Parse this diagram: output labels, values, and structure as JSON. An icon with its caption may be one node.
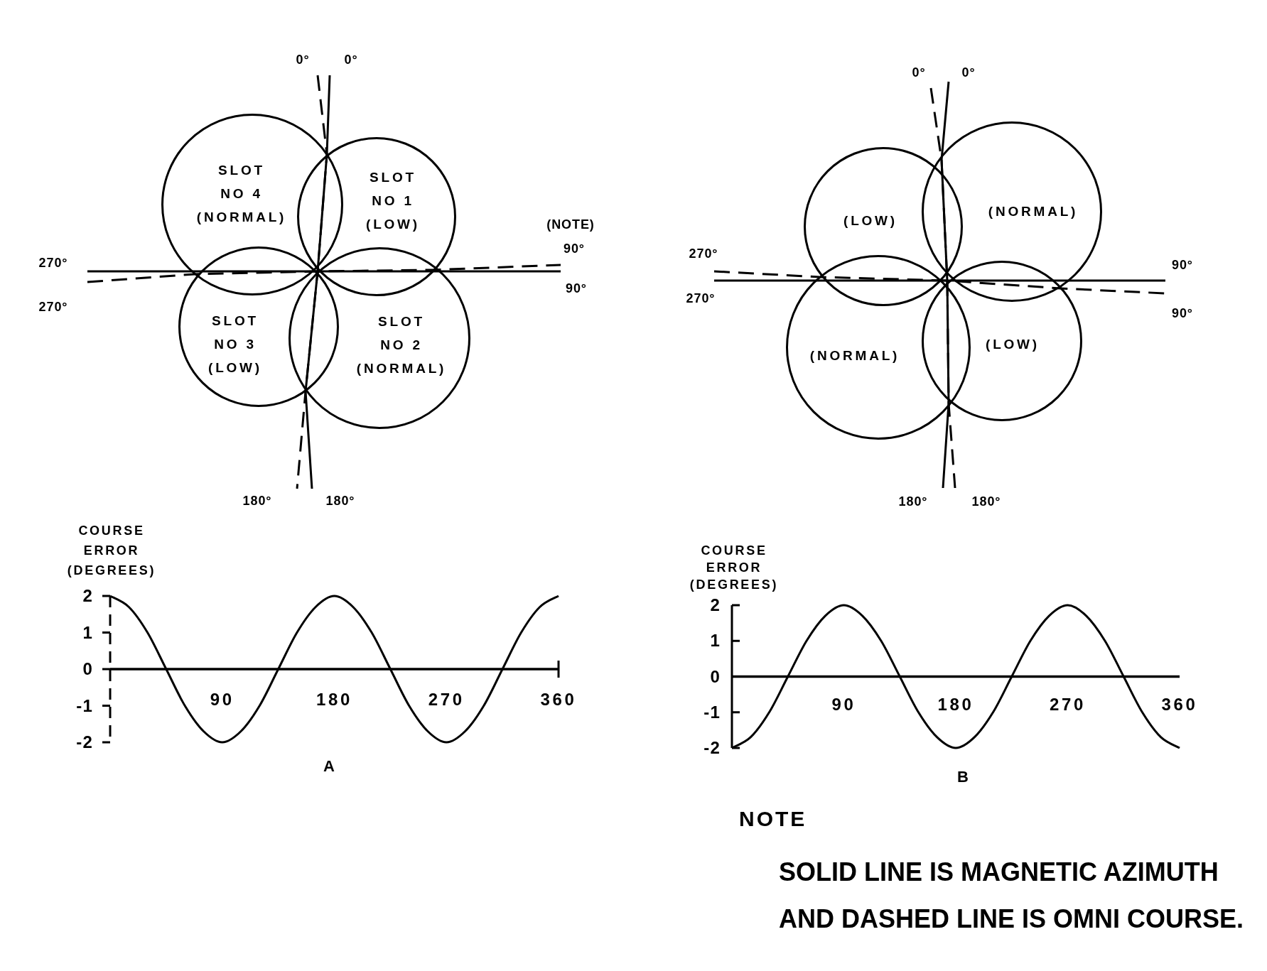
{
  "diagram": {
    "nodes": [
      {
        "text": [
          "SLOT NO 4",
          "(NORMAL)"
        ]
      },
      {
        "text": [
          "SLOT NO 1",
          "(LOW)"
        ]
      },
      {
        "text": [
          "SLOT NO 3",
          "(LOW)"
        ]
      },
      {
        "text": [
          "SLOT NO 2",
          "(NORMAL)"
        ]
      },
      {
        "text": [
          "(LOW)"
        ]
      },
      {
        "text": [
          "(NORMAL)"
        ]
      },
      {
        "text": [
          "(NORMAL)"
        ]
      },
      {
        "text": [
          "(LOW)"
        ]
      }
    ],
    "labels": [
      "0°",
      "0°",
      "270°",
      "(NOTE)",
      "90°",
      "270°",
      "90°",
      "180°",
      "180°",
      "0°",
      "0°",
      "270°",
      "90°",
      "270°",
      "90°",
      "180°",
      "180°",
      "A",
      "B",
      "NOTE",
      "SOLID LINE IS MAGNETIC AZIMUTH AND DASHED LINE IS OMNI COURSE."
    ],
    "chart_data": [
      {
        "type": "line",
        "ylabel": "COURSE ERROR (DEGREES)",
        "x": [
          0,
          15,
          30,
          45,
          60,
          75,
          90,
          105,
          120,
          135,
          150,
          165,
          180,
          195,
          210,
          225,
          240,
          255,
          270,
          285,
          300,
          315,
          330,
          345,
          360
        ],
        "series": [
          {
            "color": "#000000",
            "values": [
              2,
              1.7,
              1,
              0,
              -1,
              -1.7,
              -2,
              -1.7,
              -1,
              0,
              1,
              1.7,
              2,
              1.7,
              1,
              0,
              -1,
              -1.7,
              -2,
              -1.7,
              -1,
              0,
              1,
              1.7,
              2
            ]
          }
        ],
        "xlim": [
          0,
          360
        ],
        "ylim": [
          -2,
          2
        ],
        "xticks": [
          90,
          180,
          270,
          360
        ],
        "yticks": [
          2,
          1,
          0,
          -1,
          -2
        ]
      },
      {
        "type": "line",
        "ylabel": "COURSE ERROR (DEGREES)",
        "x": [
          0,
          15,
          30,
          45,
          60,
          75,
          90,
          105,
          120,
          135,
          150,
          165,
          180,
          195,
          210,
          225,
          240,
          255,
          270,
          285,
          300,
          315,
          330,
          345,
          360
        ],
        "series": [
          {
            "color": "#000000",
            "values": [
              -2,
              -1.7,
              -1,
              0,
              1,
              1.7,
              2,
              1.7,
              1,
              0,
              -1,
              -1.7,
              -2,
              -1.7,
              -1,
              0,
              1,
              1.7,
              2,
              1.7,
              1,
              0,
              -1,
              -1.7,
              -2
            ]
          }
        ],
        "xlim": [
          0,
          360
        ],
        "ylim": [
          -2,
          2
        ],
        "xticks": [
          90,
          180,
          270,
          360
        ],
        "yticks": [
          2,
          1,
          0,
          -1,
          -2
        ]
      }
    ]
  }
}
